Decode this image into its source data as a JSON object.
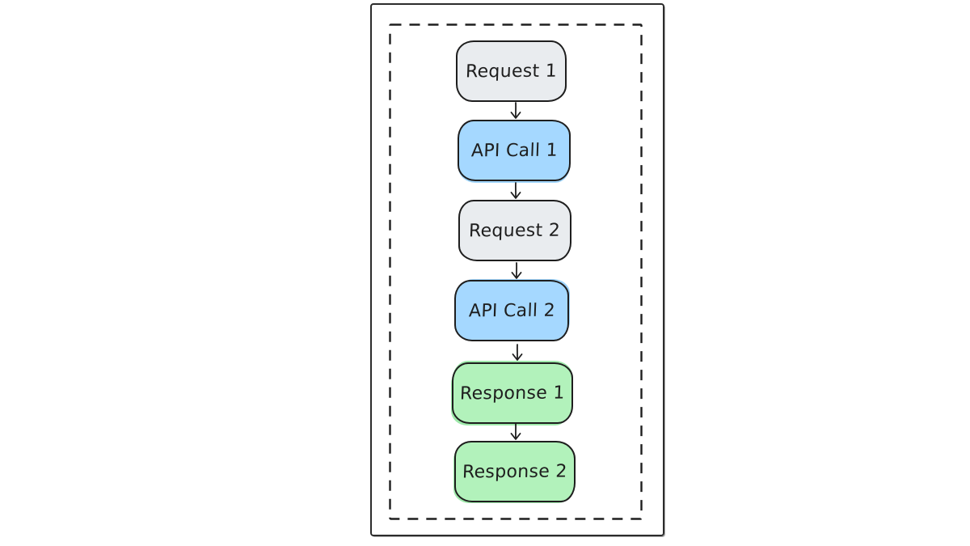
{
  "canvas": {
    "background": "#ffffff"
  },
  "colors": {
    "stroke": "#1e1e1e",
    "gray_fill": "#e9ecef",
    "blue_fill": "#a5d8ff",
    "green_fill": "#b2f2bb"
  },
  "frame": {
    "outer_style": "solid",
    "inner_style": "dashed"
  },
  "nodes": [
    {
      "id": "request-1",
      "label": "Request 1",
      "fill_color": "#e9ecef"
    },
    {
      "id": "api-call-1",
      "label": "API Call 1",
      "fill_color": "#a5d8ff"
    },
    {
      "id": "request-2",
      "label": "Request 2",
      "fill_color": "#e9ecef"
    },
    {
      "id": "api-call-2",
      "label": "API Call 2",
      "fill_color": "#a5d8ff"
    },
    {
      "id": "response-1",
      "label": "Response 1",
      "fill_color": "#b2f2bb"
    },
    {
      "id": "response-2",
      "label": "Response 2",
      "fill_color": "#b2f2bb"
    }
  ],
  "connectors": [
    {
      "from": "request-1",
      "to": "api-call-1",
      "direction": "down"
    },
    {
      "from": "api-call-1",
      "to": "request-2",
      "direction": "down"
    },
    {
      "from": "request-2",
      "to": "api-call-2",
      "direction": "down"
    },
    {
      "from": "api-call-2",
      "to": "response-1",
      "direction": "down"
    },
    {
      "from": "response-1",
      "to": "response-2",
      "direction": "down"
    }
  ]
}
